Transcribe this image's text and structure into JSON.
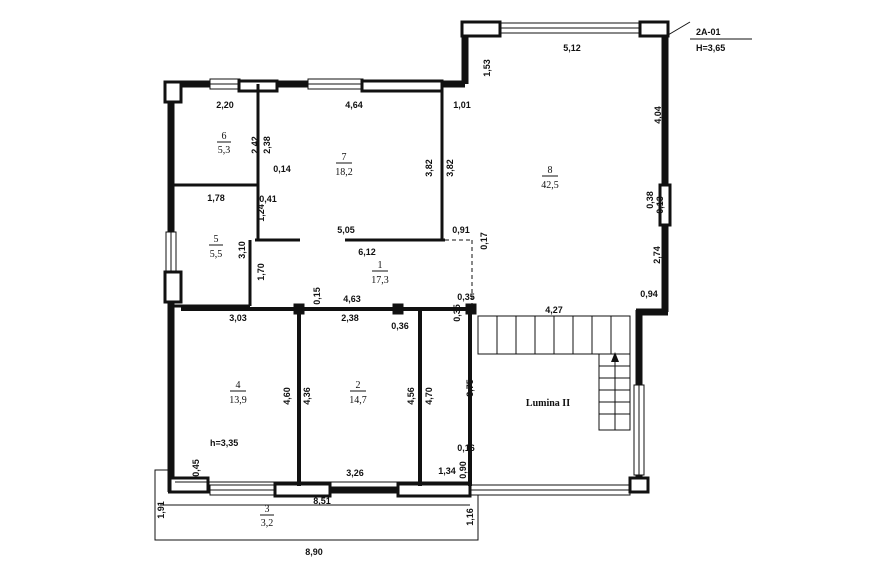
{
  "stamp": {
    "code": "2A-01",
    "height": "H=3,65"
  },
  "rooms": [
    {
      "num": "1",
      "area": "17,3"
    },
    {
      "num": "2",
      "area": "14,7"
    },
    {
      "num": "3",
      "area": "3,2"
    },
    {
      "num": "4",
      "area": "13,9"
    },
    {
      "num": "5",
      "area": "5,5"
    },
    {
      "num": "6",
      "area": "5,3"
    },
    {
      "num": "7",
      "area": "18,2"
    },
    {
      "num": "8",
      "area": "42,5"
    }
  ],
  "labels": {
    "lumina": "Lumina II",
    "h_note": "h=3,35"
  },
  "dims": {
    "d512": "5,12",
    "d153": "1,53",
    "d220": "2,20",
    "d464": "4,64",
    "d101": "1,01",
    "d404": "4,04",
    "d242": "2,42",
    "d238": "2,38",
    "d014": "0,14",
    "d382a": "3,82",
    "d382b": "3,82",
    "d038": "0,38",
    "d013": "0,13",
    "d178": "1,78",
    "d041": "0,41",
    "d124": "1,24",
    "d505": "5,05",
    "d091": "0,91",
    "d017": "0,17",
    "d310": "3,10",
    "d612": "6,12",
    "d274": "2,74",
    "d170": "1,70",
    "d094": "0,94",
    "d015": "0,15",
    "d463": "4,63",
    "d035a": "0,35",
    "d035b": "0,35",
    "d303": "3,03",
    "d238b": "2,38",
    "d036": "0,36",
    "d427": "4,27",
    "d460": "4,60",
    "d436": "4,36",
    "d456": "4,56",
    "d470": "4,70",
    "d375": "3,75",
    "d016": "0,16",
    "d045": "0,45",
    "d326": "3,26",
    "d134": "1,34",
    "d090": "0,90",
    "d191": "1,91",
    "d851": "8,51",
    "d116": "1,16",
    "d890": "8,90"
  }
}
